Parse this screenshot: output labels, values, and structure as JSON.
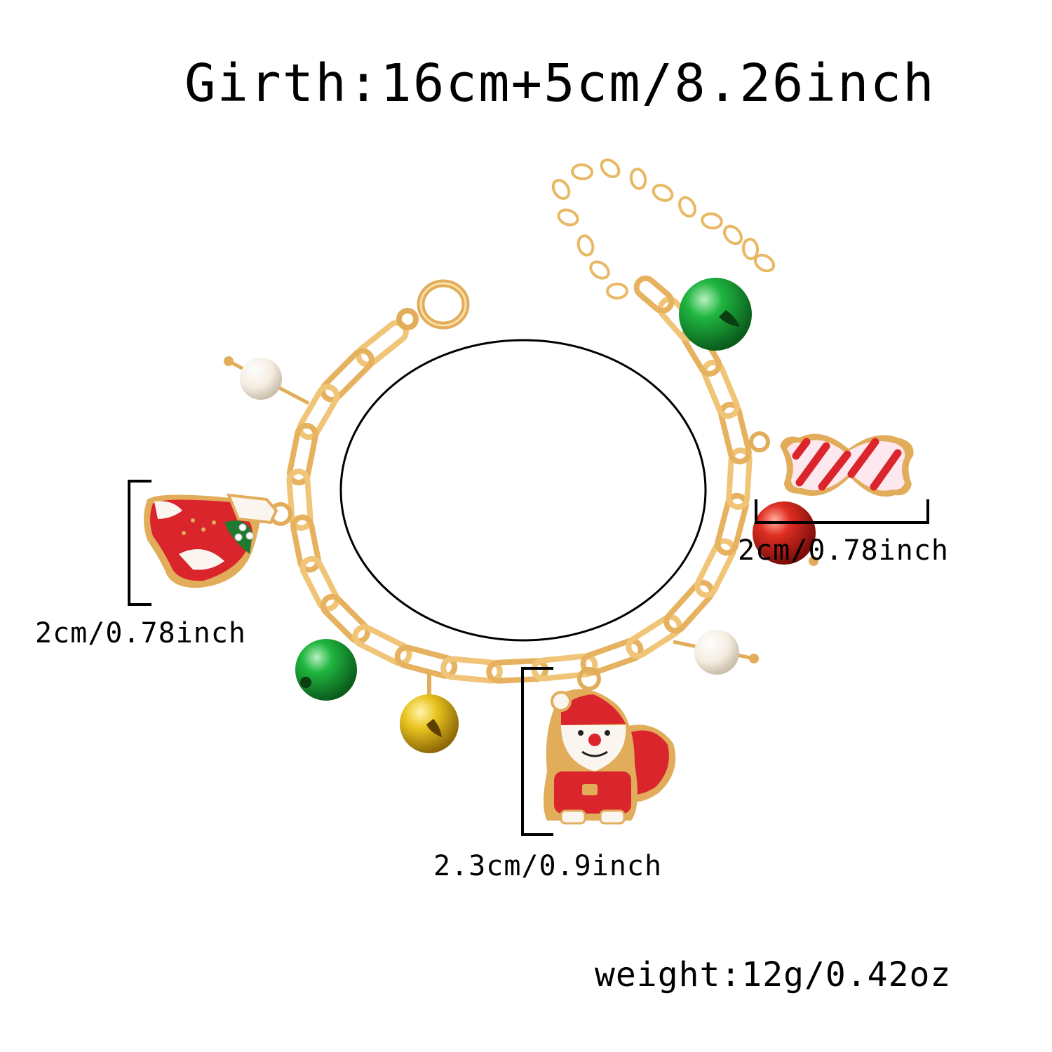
{
  "labels": {
    "girth": "Girth:16cm+5cm/8.26inch",
    "stocking_size": "2cm/0.78inch",
    "candy_size": "2cm/0.78inch",
    "santa_size": "2.3cm/0.9inch",
    "weight": "weight:12g/0.42oz"
  },
  "colors": {
    "gold": "#e9b864",
    "gold_dark": "#c8913f",
    "enamel_red": "#d9252b",
    "enamel_green": "#1e7a2e",
    "bell_green": "#16a235",
    "bell_yellow": "#e6c21a",
    "pearl": "#f7f1e6"
  },
  "product": {
    "charms": [
      "stocking-charm",
      "candy-charm",
      "santa-charm",
      "green-bell",
      "yellow-bell",
      "red-bell",
      "pearl-bead"
    ]
  }
}
